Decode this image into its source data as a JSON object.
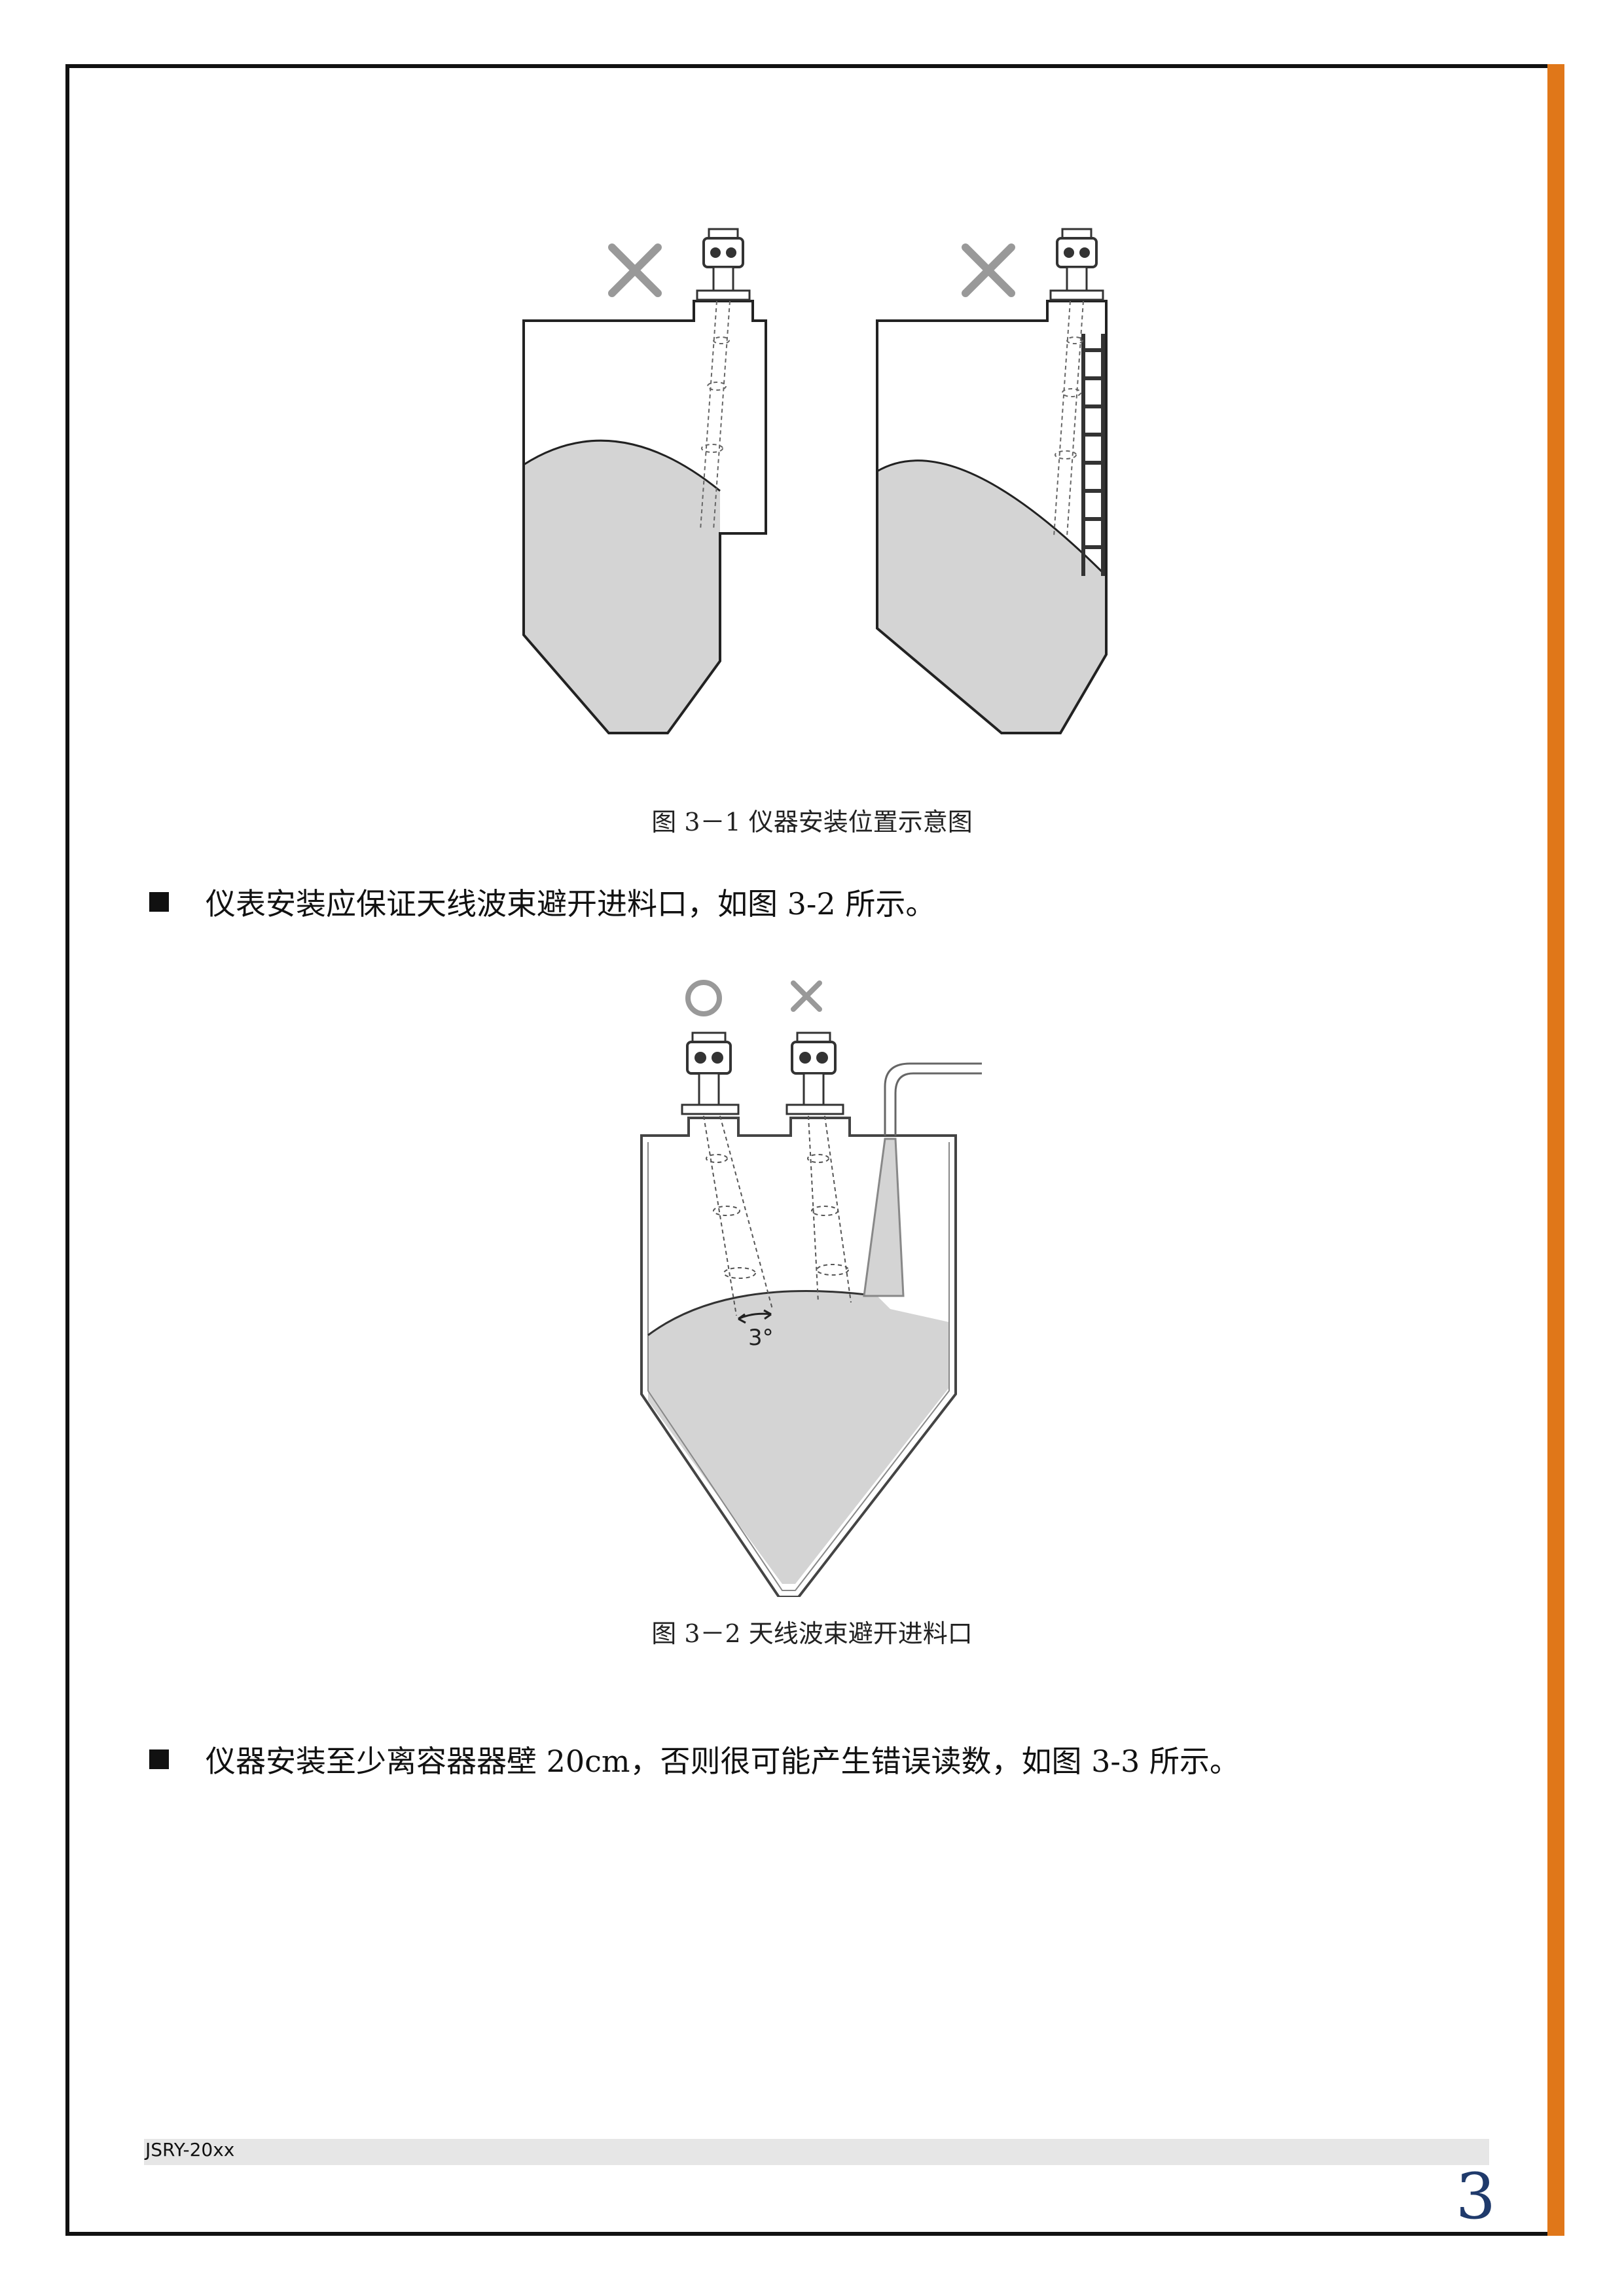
{
  "figure1": {
    "caption": "图 3－1 仪器安装位置示意图"
  },
  "bullets": [
    {
      "text": "仪表安装应保证天线波束避开进料口，如图 3-2 所示。"
    },
    {
      "text": "仪器安装至少离容器器壁 20cm，否则很可能产生错误读数，如图 3-3 所示。"
    }
  ],
  "figure2": {
    "caption": "图 3－2 天线波束避开进料口",
    "angle_label": "3°"
  },
  "footer": {
    "doc_id": "JSRY-20xx",
    "page_number": "3"
  },
  "colors": {
    "accent": "#E07719",
    "material": "#D4D4D4",
    "page_number": "#1F3A6B"
  },
  "icons": [
    "cross-mark-icon",
    "circle-mark-icon",
    "radar-level-gauge-icon",
    "ladder-icon",
    "feed-pipe-icon"
  ]
}
